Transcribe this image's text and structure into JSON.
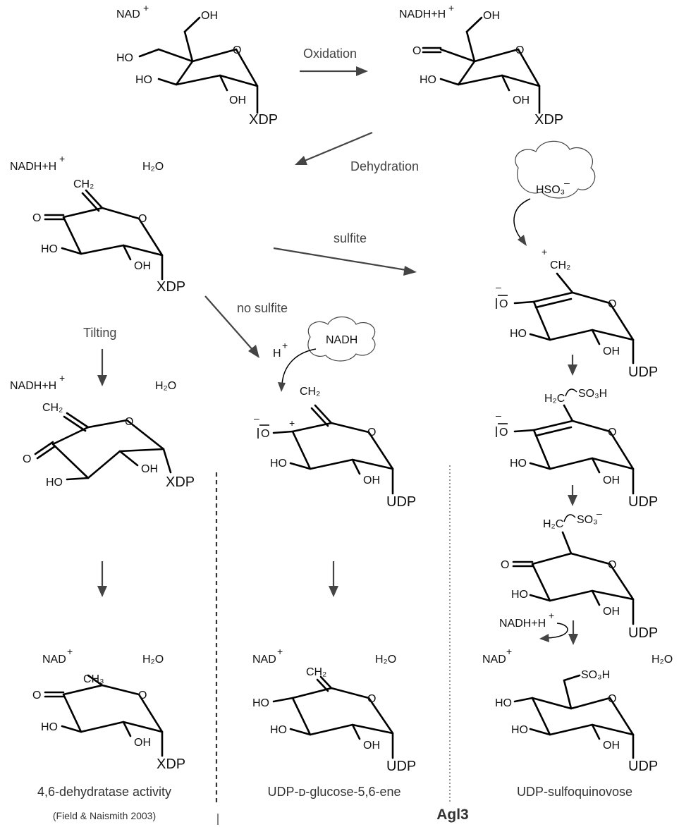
{
  "labels": {
    "oxidation": "Oxidation",
    "dehydration": "Dehydration",
    "sulfite": "sulfite",
    "no_sulfite": "no sulfite",
    "tilting": "Tilting"
  },
  "cofactors": {
    "nad": "NAD",
    "nadh_h": "NADH+H",
    "nadh": "NADH",
    "h_plus": "H",
    "h2o": "H₂O",
    "plus": "+",
    "minus": "–",
    "hso3": "HSO₃"
  },
  "atoms": {
    "oh": "OH",
    "ho": "HO",
    "o": "O",
    "xdp": "XDP",
    "udp": "UDP",
    "ch2": "CH₂",
    "ch3": "CH₃",
    "h2c": "H₂C",
    "so3h": "SO₃H",
    "so3": "SO₃",
    "o_bar": "O"
  },
  "captions": {
    "left": "4,6-dehydratase activity",
    "left_ref": "(Field & Naismith 2003)",
    "middle": "UDP-ᴅ-glucose-5,6-ene",
    "right": "UDP-sulfoquinovose",
    "enzyme": "Agl3"
  }
}
